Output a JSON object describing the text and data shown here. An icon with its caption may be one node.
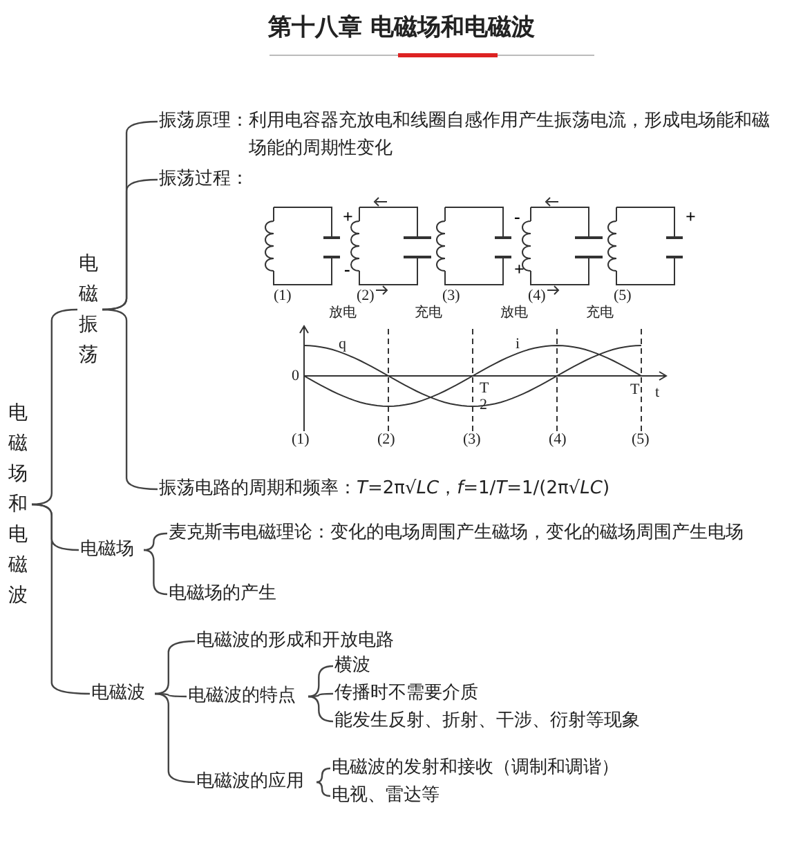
{
  "diagram": {
    "title": "第十八章 电磁场和电磁波",
    "nodes": [
      {
        "text": [
          "电磁场和电磁波"
        ]
      },
      {
        "text": [
          "电磁振荡"
        ]
      },
      {
        "text": [
          "振荡原理：利用电容器充放电和线圈自感作用产生振荡电流，形成电场能和磁场能的周期性变化"
        ]
      },
      {
        "text": [
          "振荡过程："
        ]
      },
      {
        "text": [
          "振荡电路的周期和频率：*T*=2π√*LC*，*f*=1/*T*=1/(2π√*LC*)"
        ]
      },
      {
        "text": [
          "电磁场"
        ]
      },
      {
        "text": [
          "麦克斯韦电磁理论：变化的电场周围产生磁场，变化的磁场周围产生电场"
        ]
      },
      {
        "text": [
          "电磁场的产生"
        ]
      },
      {
        "text": [
          "电磁波"
        ]
      },
      {
        "text": [
          "电磁波的形成和开放电路"
        ]
      },
      {
        "text": [
          "电磁波的特点"
        ]
      },
      {
        "text": [
          "横波"
        ]
      },
      {
        "text": [
          "传播时不需要介质"
        ]
      },
      {
        "text": [
          "能发生反射、折射、干涉、衍射等现象"
        ]
      },
      {
        "text": [
          "电磁波的应用"
        ]
      },
      {
        "text": [
          "电磁波的发射和接收（调制和调谐）"
        ]
      },
      {
        "text": [
          "电视、雷达等"
        ]
      }
    ],
    "edges": [
      {
        "from": 0,
        "to": 1,
        "arrow": "none"
      },
      {
        "from": 0,
        "to": 5,
        "arrow": "none"
      },
      {
        "from": 0,
        "to": 8,
        "arrow": "none"
      },
      {
        "from": 1,
        "to": 2,
        "arrow": "none"
      },
      {
        "from": 1,
        "to": 3,
        "arrow": "none"
      },
      {
        "from": 1,
        "to": 4,
        "arrow": "none"
      },
      {
        "from": 5,
        "to": 6,
        "arrow": "none"
      },
      {
        "from": 5,
        "to": 7,
        "arrow": "none"
      },
      {
        "from": 8,
        "to": 9,
        "arrow": "none"
      },
      {
        "from": 8,
        "to": 10,
        "arrow": "none"
      },
      {
        "from": 8,
        "to": 14,
        "arrow": "none"
      },
      {
        "from": 10,
        "to": 11,
        "arrow": "none"
      },
      {
        "from": 10,
        "to": 12,
        "arrow": "none"
      },
      {
        "from": 10,
        "to": 13,
        "arrow": "none"
      },
      {
        "from": 14,
        "to": 15,
        "arrow": "none"
      },
      {
        "from": 14,
        "to": 16,
        "arrow": "none"
      }
    ],
    "labels": [
      "+",
      "-",
      "-",
      "+",
      "+",
      "(1)",
      "(2)",
      "(3)",
      "(4)",
      "(5)",
      "放电",
      "充电",
      "放电",
      "充电",
      "q",
      "i",
      "0",
      "T",
      "2",
      "T",
      "t",
      "(1)",
      "(2)",
      "(3)",
      "(4)",
      "(5)"
    ]
  }
}
